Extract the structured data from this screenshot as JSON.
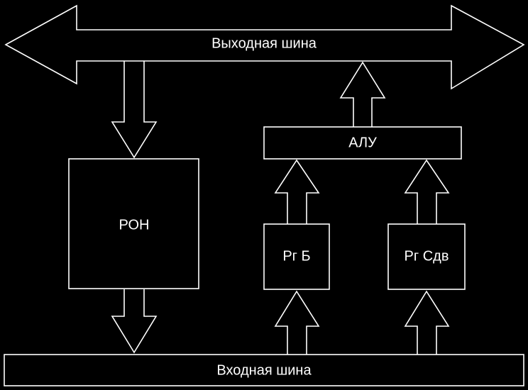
{
  "colors": {
    "background": "#000000",
    "stroke": "#ffffff",
    "text": "#ffffff"
  },
  "diagram": {
    "output_bus": {
      "label": "Выходная шина"
    },
    "input_bus": {
      "label": "Входная шина"
    },
    "alu": {
      "label": "АЛУ"
    },
    "gpr": {
      "label": "РОН"
    },
    "reg_b": {
      "label": "Рг Б"
    },
    "reg_shift": {
      "label": "Рг Сдв"
    }
  }
}
